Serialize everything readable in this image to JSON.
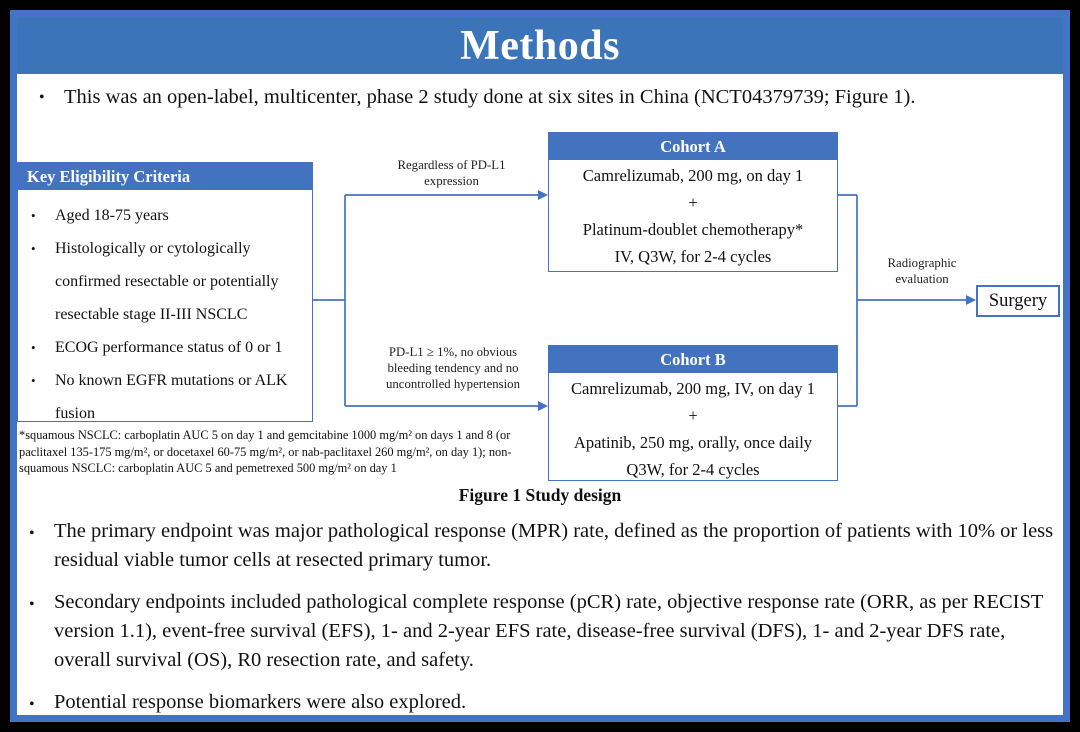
{
  "colors": {
    "accent": "#4472c4",
    "title_bar": "#3c74b9",
    "box_header": "#4372be",
    "background": "#ffffff",
    "frame": "#000000",
    "text": "#111111"
  },
  "slide": {
    "title": "Methods",
    "intro_bullet": "This was an open-label, multicenter, phase 2 study done at six sites in China (NCT04379739; Figure 1)."
  },
  "diagram": {
    "eligibility": {
      "header": "Key  Eligibility Criteria",
      "items": [
        "Aged 18-75 years",
        "Histologically or cytologically confirmed resectable or potentially resectable stage II-III NSCLC",
        "ECOG performance status of 0 or 1",
        "No known EGFR mutations or ALK fusion"
      ]
    },
    "cohort_a": {
      "header": "Cohort A",
      "lines": [
        "Camrelizumab, 200 mg, on day 1",
        "+",
        "Platinum-doublet chemotherapy*",
        "IV, Q3W, for 2-4 cycles"
      ]
    },
    "cohort_b": {
      "header": "Cohort B",
      "lines": [
        "Camrelizumab, 200 mg, IV, on day 1",
        "+",
        "Apatinib, 250 mg, orally, once daily",
        "Q3W, for 2-4 cycles"
      ]
    },
    "labels": {
      "top_arrow": [
        "Regardless of PD-L1",
        "expression"
      ],
      "bottom_arrow": [
        "PD-L1 ≥ 1%, no obvious",
        "bleeding tendency and no",
        "uncontrolled hypertension"
      ],
      "evaluation": [
        "Radiographic",
        "evaluation"
      ]
    },
    "surgery": "Surgery",
    "footnote": "*squamous NSCLC: carboplatin AUC 5 on day 1 and gemcitabine 1000 mg/m² on days 1 and 8 (or paclitaxel 135-175 mg/m², or docetaxel 60-75 mg/m², or nab-paclitaxel 260 mg/m², on day 1); non-squamous NSCLC: carboplatin AUC 5 and pemetrexed 500 mg/m² on day 1",
    "caption": "Figure 1 Study design"
  },
  "bullets": [
    "The primary endpoint was major pathological response (MPR) rate, defined as the proportion of patients with 10% or less residual viable tumor cells at resected primary tumor.",
    "Secondary endpoints included pathological complete response (pCR) rate, objective response rate (ORR, as per RECIST version 1.1), event-free survival (EFS), 1- and 2-year EFS rate, disease-free survival (DFS), 1- and 2-year DFS rate, overall survival (OS), R0 resection rate, and safety.",
    "Potential response biomarkers were also explored."
  ]
}
